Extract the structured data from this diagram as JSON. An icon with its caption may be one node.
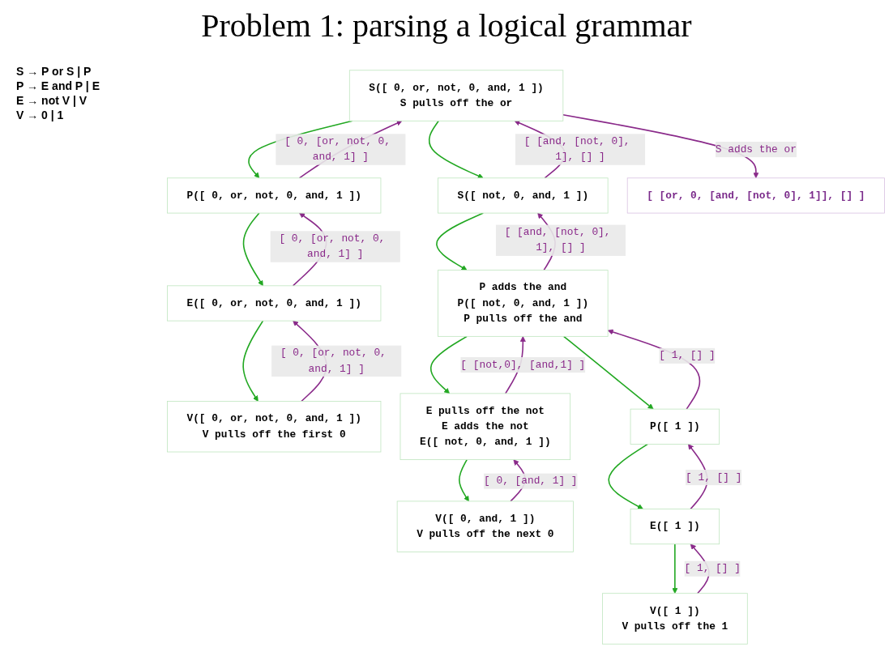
{
  "diagram": {
    "title": "Problem 1: parsing a logical grammar",
    "nodes": [
      {
        "text": [
          "S([ 0, or, not, 0, and, 1 ])",
          "S pulls off the or"
        ]
      },
      {
        "text": [
          "P([ 0, or, not, 0, and, 1 ])"
        ]
      },
      {
        "text": [
          "E([ 0, or, not, 0, and, 1 ])"
        ]
      },
      {
        "text": [
          "V([ 0, or, not, 0, and, 1 ])",
          "V pulls off the first 0"
        ]
      },
      {
        "text": [
          "S([ not, 0, and, 1 ])"
        ]
      },
      {
        "text": [
          "P adds the and",
          "P([ not, 0, and, 1 ])",
          "P pulls off the and"
        ]
      },
      {
        "text": [
          "E pulls off the not",
          "E adds the not",
          "E([ not, 0, and, 1 ])"
        ]
      },
      {
        "text": [
          "V([ 0, and, 1 ])",
          "V pulls off the next 0"
        ]
      },
      {
        "text": [
          "P([ 1 ])"
        ]
      },
      {
        "text": [
          "E([ 1 ])"
        ]
      },
      {
        "text": [
          "V([ 1 ])",
          "V pulls off the 1"
        ]
      },
      {
        "text": [
          "[ [or, 0, [and, [not, 0], 1]], [] ]"
        ]
      }
    ],
    "edges": [
      {
        "from": 0,
        "to": 11,
        "arrow": "to",
        "label": "S adds the or"
      },
      {
        "from": 0,
        "to": 1,
        "arrow": "to",
        "color": "#22a822"
      },
      {
        "from": 1,
        "to": 0,
        "arrow": "to",
        "label": "[ 0, [or, not, 0, and, 1] ]"
      },
      {
        "from": 1,
        "to": 2,
        "arrow": "to",
        "color": "#22a822"
      },
      {
        "from": 2,
        "to": 1,
        "arrow": "to",
        "label": "[ 0, [or, not, 0, and, 1] ]"
      },
      {
        "from": 2,
        "to": 3,
        "arrow": "to",
        "color": "#22a822"
      },
      {
        "from": 3,
        "to": 2,
        "arrow": "to",
        "label": "[ 0, [or, not, 0, and, 1] ]"
      },
      {
        "from": 0,
        "to": 4,
        "arrow": "to",
        "color": "#22a822"
      },
      {
        "from": 4,
        "to": 0,
        "arrow": "to",
        "label": "[ [and, [not, 0], 1], [] ]"
      },
      {
        "from": 4,
        "to": 5,
        "arrow": "to",
        "color": "#22a822"
      },
      {
        "from": 5,
        "to": 4,
        "arrow": "to",
        "label": "[ [and, [not, 0], 1], [] ]"
      },
      {
        "from": 5,
        "to": 6,
        "arrow": "to",
        "color": "#22a822"
      },
      {
        "from": 6,
        "to": 5,
        "arrow": "to",
        "label": "[ [not,0], [and,1] ]"
      },
      {
        "from": 6,
        "to": 7,
        "arrow": "to",
        "color": "#22a822"
      },
      {
        "from": 7,
        "to": 6,
        "arrow": "to",
        "label": "[ 0, [and, 1] ]"
      },
      {
        "from": 5,
        "to": 8,
        "arrow": "to",
        "color": "#22a822"
      },
      {
        "from": 8,
        "to": 5,
        "arrow": "to",
        "label": "[ 1, [] ]"
      },
      {
        "from": 8,
        "to": 9,
        "arrow": "to",
        "color": "#22a822"
      },
      {
        "from": 9,
        "to": 8,
        "arrow": "to",
        "label": "[ 1, [] ]"
      },
      {
        "from": 9,
        "to": 10,
        "arrow": "to",
        "color": "#22a822"
      },
      {
        "from": 10,
        "to": 9,
        "arrow": "to",
        "label": "[ 1, [] ]"
      }
    ],
    "labels": [
      "S → P or S | P",
      "P → E and P | E",
      "E → not V | V",
      "V → 0 | 1"
    ]
  }
}
